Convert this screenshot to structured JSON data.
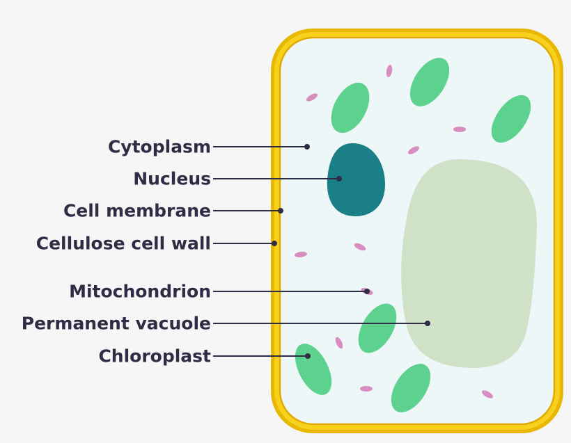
{
  "labels": [
    {
      "key": "cytoplasm",
      "text": "Cytoplasm"
    },
    {
      "key": "nucleus",
      "text": "Nucleus"
    },
    {
      "key": "cell-membrane",
      "text": "Cell membrane"
    },
    {
      "key": "cellulose-cell-wall",
      "text": "Cellulose cell wall"
    },
    {
      "key": "mitochondrion",
      "text": "Mitochondrion"
    },
    {
      "key": "permanent-vacuole",
      "text": "Permanent vacuole"
    },
    {
      "key": "chloroplast",
      "text": "Chloroplast"
    }
  ],
  "colors": {
    "background": "#f6f6f6",
    "cell_wall_outer": "#e8b800",
    "cell_wall_inner": "#f7d11c",
    "membrane": "#e2a900",
    "cytoplasm": "#eef7f8",
    "nucleus": "#1a7f87",
    "vacuole": "#cfe2c8",
    "chloroplast": "#5dd28e",
    "mitochondrion": "#d98ec2",
    "label_text": "#2f2d45",
    "leader_line": "#2f2d45"
  }
}
